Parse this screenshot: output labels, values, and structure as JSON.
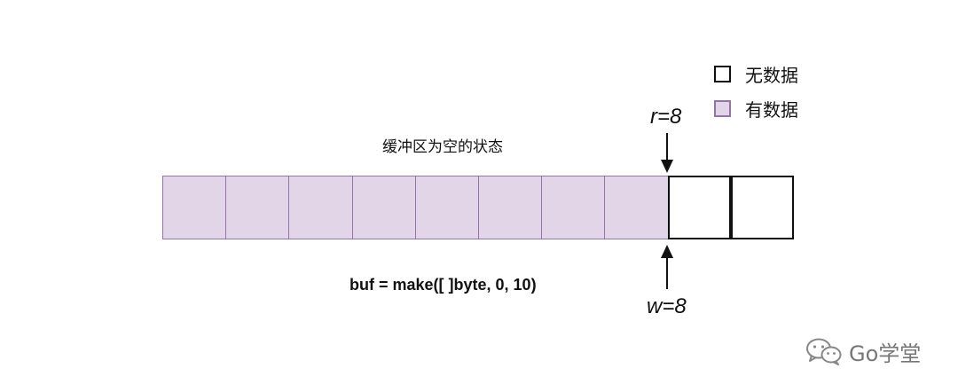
{
  "legend": {
    "empty_label": "无数据",
    "filled_label": "有数据",
    "empty_color": "#ffffff",
    "filled_color": "#e1d5e7",
    "filled_border": "#9673a6"
  },
  "caption": "缓冲区为空的状态",
  "code": "buf = make([ ]byte, 0, 10)",
  "read_pointer": {
    "label": "r=8",
    "index": 8
  },
  "write_pointer": {
    "label": "w=8",
    "index": 8
  },
  "buffer": {
    "capacity": 10,
    "cells": [
      "filled",
      "filled",
      "filled",
      "filled",
      "filled",
      "filled",
      "filled",
      "filled",
      "empty",
      "empty"
    ]
  },
  "watermark": {
    "text": "Go学堂",
    "icon": "wechat-icon"
  }
}
